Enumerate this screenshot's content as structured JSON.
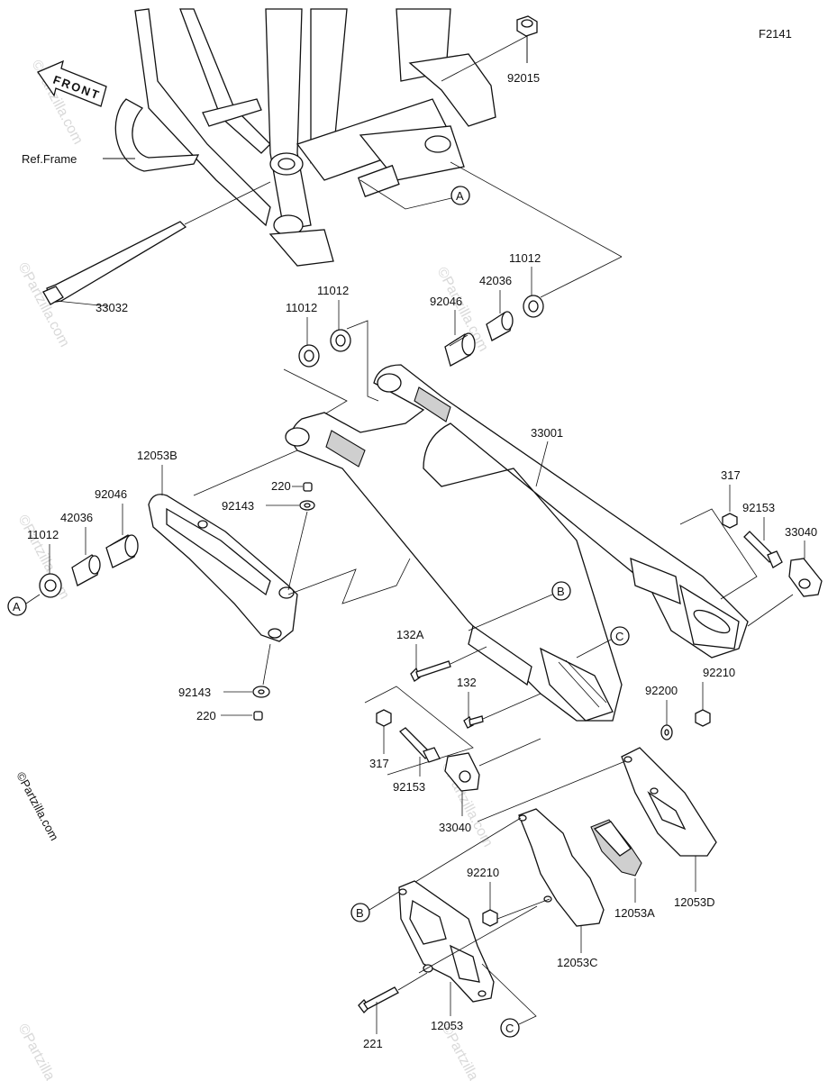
{
  "diagram_code": "F2141",
  "front_label": "FRONT",
  "ref_frame_label": "Ref.Frame",
  "watermark": "©Partzilla.com",
  "callout_letters": {
    "a": "A",
    "b": "B",
    "c": "C"
  },
  "part_numbers": {
    "p92015": "92015",
    "p33032": "33032",
    "p11012_a": "11012",
    "p11012_b": "11012",
    "p11012_c": "11012",
    "p11012_d": "11012",
    "p92046_a": "92046",
    "p92046_b": "92046",
    "p42036_a": "42036",
    "p42036_b": "42036",
    "p33001": "33001",
    "p12053B": "12053B",
    "p220_a": "220",
    "p220_b": "220",
    "p92143_a": "92143",
    "p92143_b": "92143",
    "p317_a": "317",
    "p317_b": "317",
    "p92153_a": "92153",
    "p92153_b": "92153",
    "p33040_a": "33040",
    "p33040_b": "33040",
    "p132A": "132A",
    "p132": "132",
    "p92210_a": "92210",
    "p92210_b": "92210",
    "p92200": "92200",
    "p12053A": "12053A",
    "p12053D": "12053D",
    "p12053C": "12053C",
    "p12053": "12053",
    "p221": "221"
  }
}
